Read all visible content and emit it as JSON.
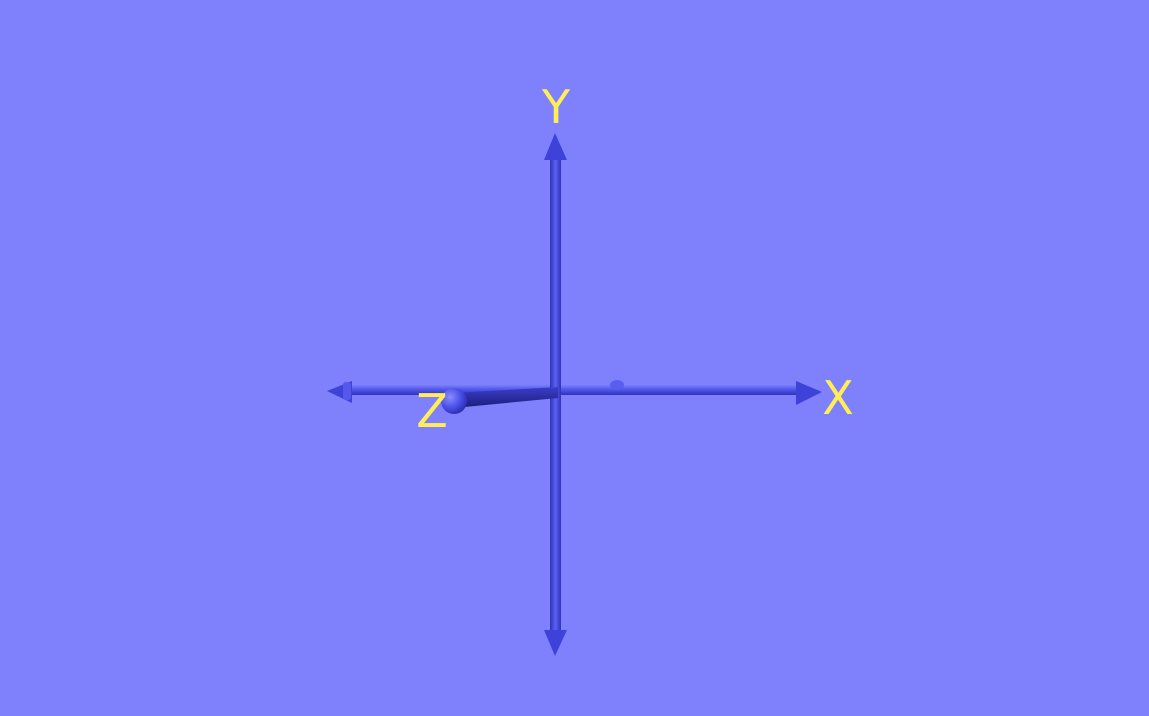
{
  "scene": {
    "background_color": "#7f80fb",
    "axis_color": "#4a4ee6",
    "label_color": "#ffee55"
  },
  "axes": {
    "x_label": "X",
    "y_label": "Y",
    "z_label": "Z"
  }
}
